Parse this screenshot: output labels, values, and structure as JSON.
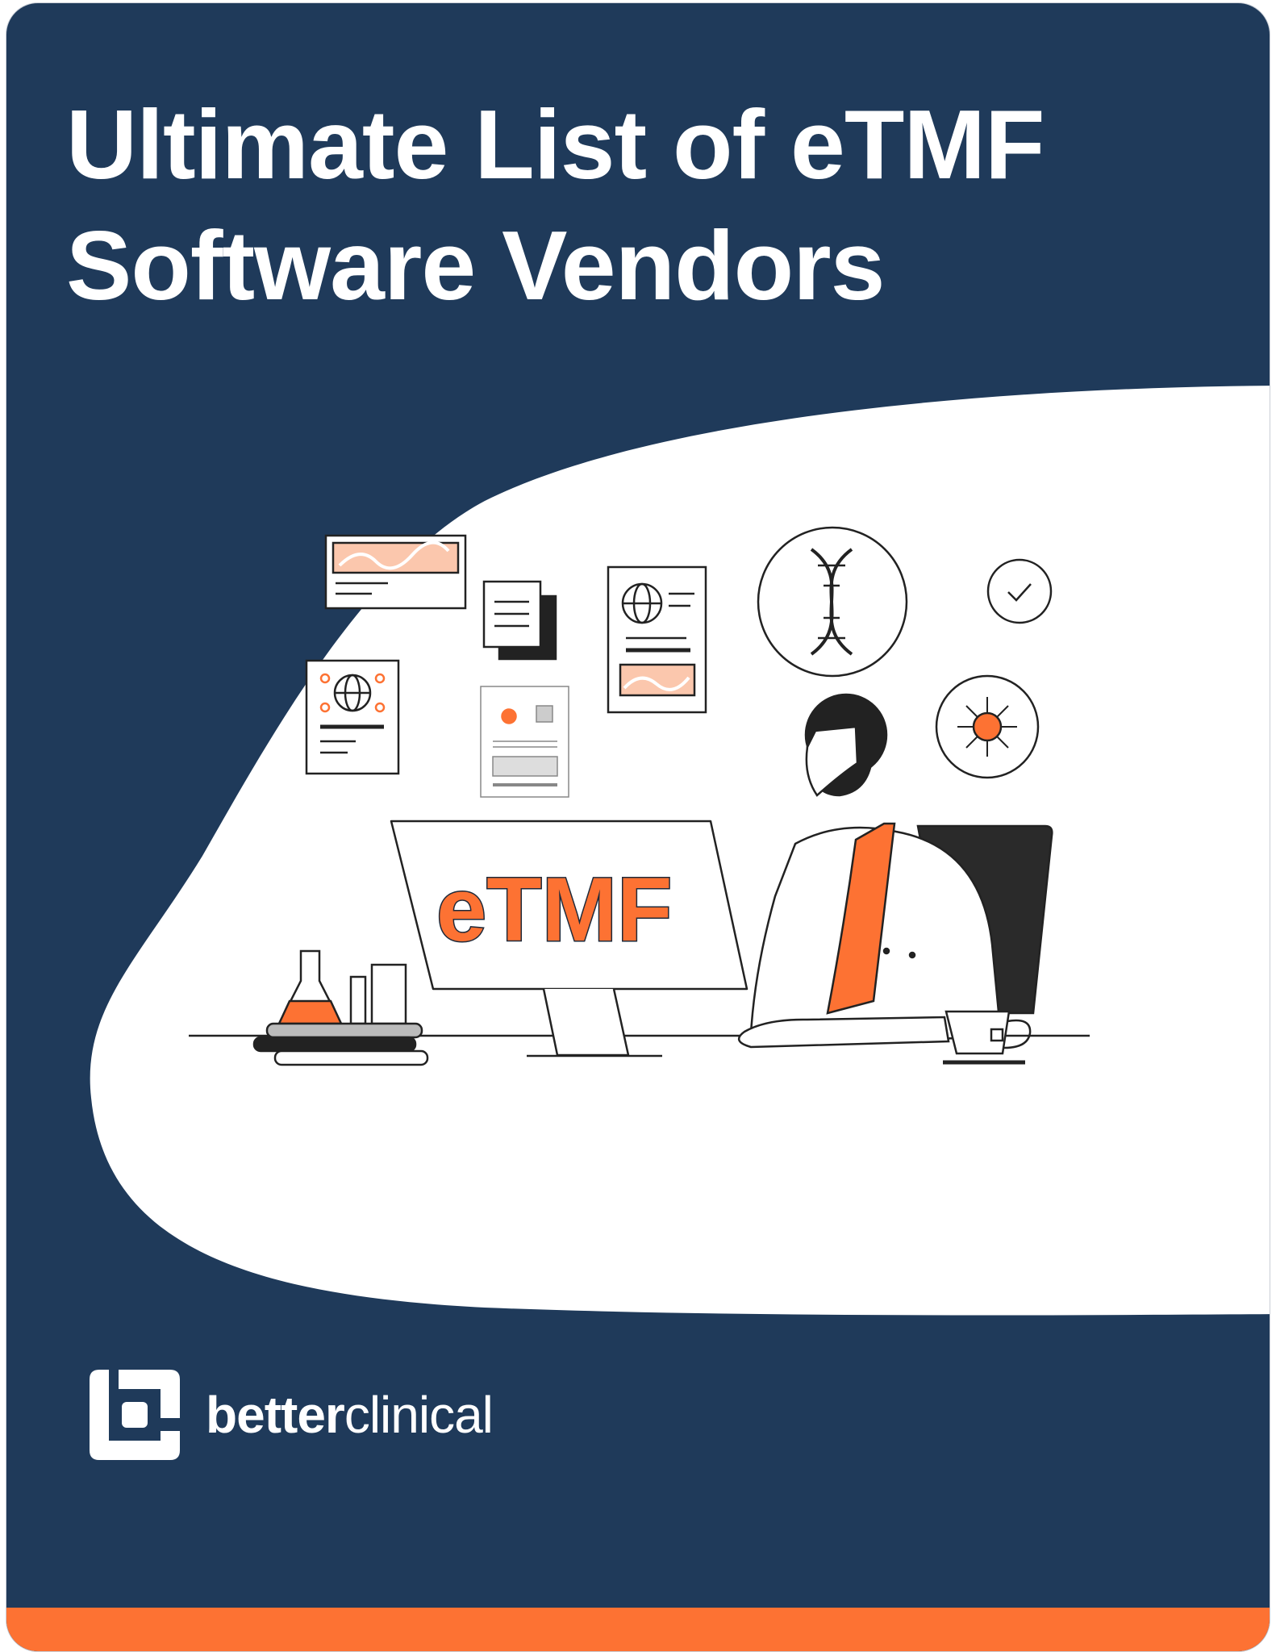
{
  "title": {
    "line1": "Ultimate List of eTMF",
    "line2": "Software Vendors"
  },
  "illustration": {
    "screen_text": "eTMF"
  },
  "brand": {
    "name_bold": "better",
    "name_light": "clinical",
    "icon": "bc-logo-icon"
  },
  "colors": {
    "navy": "#1f3a5a",
    "orange": "#fd7233",
    "white": "#ffffff"
  }
}
